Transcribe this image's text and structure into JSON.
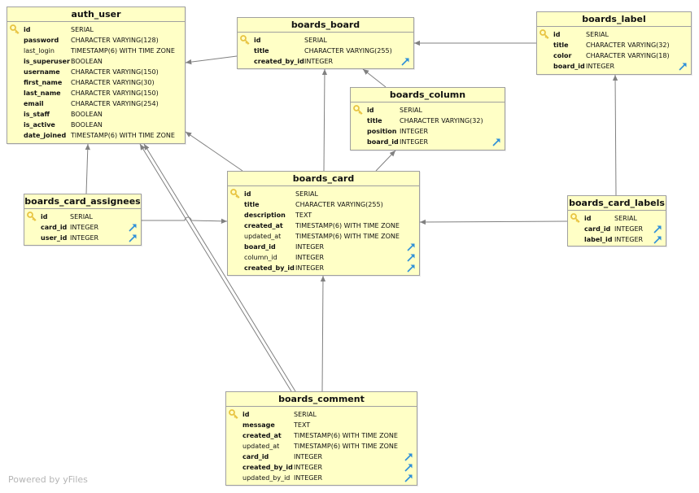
{
  "watermark": "Powered by yFiles",
  "colors": {
    "table_fill": "#ffffc6",
    "border": "#a0a0a0",
    "edge": "#808080",
    "key": "#e8c442",
    "fk": "#2f8fd8"
  },
  "tables": {
    "auth_user": {
      "name": "auth_user",
      "columns": [
        {
          "name": "id",
          "type": "SERIAL",
          "bold": true,
          "pk": true,
          "fk": false
        },
        {
          "name": "password",
          "type": "CHARACTER VARYING(128)",
          "bold": true,
          "pk": false,
          "fk": false
        },
        {
          "name": "last_login",
          "type": "TIMESTAMP(6) WITH TIME ZONE",
          "bold": false,
          "pk": false,
          "fk": false
        },
        {
          "name": "is_superuser",
          "type": "BOOLEAN",
          "bold": true,
          "pk": false,
          "fk": false
        },
        {
          "name": "username",
          "type": "CHARACTER VARYING(150)",
          "bold": true,
          "pk": false,
          "fk": false
        },
        {
          "name": "first_name",
          "type": "CHARACTER VARYING(30)",
          "bold": true,
          "pk": false,
          "fk": false
        },
        {
          "name": "last_name",
          "type": "CHARACTER VARYING(150)",
          "bold": true,
          "pk": false,
          "fk": false
        },
        {
          "name": "email",
          "type": "CHARACTER VARYING(254)",
          "bold": true,
          "pk": false,
          "fk": false
        },
        {
          "name": "is_staff",
          "type": "BOOLEAN",
          "bold": true,
          "pk": false,
          "fk": false
        },
        {
          "name": "is_active",
          "type": "BOOLEAN",
          "bold": true,
          "pk": false,
          "fk": false
        },
        {
          "name": "date_joined",
          "type": "TIMESTAMP(6) WITH TIME ZONE",
          "bold": true,
          "pk": false,
          "fk": false
        }
      ]
    },
    "boards_board": {
      "name": "boards_board",
      "columns": [
        {
          "name": "id",
          "type": "SERIAL",
          "bold": true,
          "pk": true,
          "fk": false
        },
        {
          "name": "title",
          "type": "CHARACTER VARYING(255)",
          "bold": true,
          "pk": false,
          "fk": false
        },
        {
          "name": "created_by_id",
          "type": "INTEGER",
          "bold": true,
          "pk": false,
          "fk": true
        }
      ]
    },
    "boards_label": {
      "name": "boards_label",
      "columns": [
        {
          "name": "id",
          "type": "SERIAL",
          "bold": true,
          "pk": true,
          "fk": false
        },
        {
          "name": "title",
          "type": "CHARACTER VARYING(32)",
          "bold": true,
          "pk": false,
          "fk": false
        },
        {
          "name": "color",
          "type": "CHARACTER VARYING(18)",
          "bold": true,
          "pk": false,
          "fk": false
        },
        {
          "name": "board_id",
          "type": "INTEGER",
          "bold": true,
          "pk": false,
          "fk": true
        }
      ]
    },
    "boards_column": {
      "name": "boards_column",
      "columns": [
        {
          "name": "id",
          "type": "SERIAL",
          "bold": true,
          "pk": true,
          "fk": false
        },
        {
          "name": "title",
          "type": "CHARACTER VARYING(32)",
          "bold": true,
          "pk": false,
          "fk": false
        },
        {
          "name": "position",
          "type": "INTEGER",
          "bold": true,
          "pk": false,
          "fk": false
        },
        {
          "name": "board_id",
          "type": "INTEGER",
          "bold": true,
          "pk": false,
          "fk": true
        }
      ]
    },
    "boards_card_assignees": {
      "name": "boards_card_assignees",
      "columns": [
        {
          "name": "id",
          "type": "SERIAL",
          "bold": true,
          "pk": true,
          "fk": false
        },
        {
          "name": "card_id",
          "type": "INTEGER",
          "bold": true,
          "pk": false,
          "fk": true
        },
        {
          "name": "user_id",
          "type": "INTEGER",
          "bold": true,
          "pk": false,
          "fk": true
        }
      ]
    },
    "boards_card": {
      "name": "boards_card",
      "columns": [
        {
          "name": "id",
          "type": "SERIAL",
          "bold": true,
          "pk": true,
          "fk": false
        },
        {
          "name": "title",
          "type": "CHARACTER VARYING(255)",
          "bold": true,
          "pk": false,
          "fk": false
        },
        {
          "name": "description",
          "type": "TEXT",
          "bold": true,
          "pk": false,
          "fk": false
        },
        {
          "name": "created_at",
          "type": "TIMESTAMP(6) WITH TIME ZONE",
          "bold": true,
          "pk": false,
          "fk": false
        },
        {
          "name": "updated_at",
          "type": "TIMESTAMP(6) WITH TIME ZONE",
          "bold": false,
          "pk": false,
          "fk": false
        },
        {
          "name": "board_id",
          "type": "INTEGER",
          "bold": true,
          "pk": false,
          "fk": true
        },
        {
          "name": "column_id",
          "type": "INTEGER",
          "bold": false,
          "pk": false,
          "fk": true
        },
        {
          "name": "created_by_id",
          "type": "INTEGER",
          "bold": true,
          "pk": false,
          "fk": true
        }
      ]
    },
    "boards_card_labels": {
      "name": "boards_card_labels",
      "columns": [
        {
          "name": "id",
          "type": "SERIAL",
          "bold": true,
          "pk": true,
          "fk": false
        },
        {
          "name": "card_id",
          "type": "INTEGER",
          "bold": true,
          "pk": false,
          "fk": true
        },
        {
          "name": "label_id",
          "type": "INTEGER",
          "bold": true,
          "pk": false,
          "fk": true
        }
      ]
    },
    "boards_comment": {
      "name": "boards_comment",
      "columns": [
        {
          "name": "id",
          "type": "SERIAL",
          "bold": true,
          "pk": true,
          "fk": false
        },
        {
          "name": "message",
          "type": "TEXT",
          "bold": true,
          "pk": false,
          "fk": false
        },
        {
          "name": "created_at",
          "type": "TIMESTAMP(6) WITH TIME ZONE",
          "bold": true,
          "pk": false,
          "fk": false
        },
        {
          "name": "updated_at",
          "type": "TIMESTAMP(6) WITH TIME ZONE",
          "bold": false,
          "pk": false,
          "fk": false
        },
        {
          "name": "card_id",
          "type": "INTEGER",
          "bold": true,
          "pk": false,
          "fk": true
        },
        {
          "name": "created_by_id",
          "type": "INTEGER",
          "bold": true,
          "pk": false,
          "fk": true
        },
        {
          "name": "updated_by_id",
          "type": "INTEGER",
          "bold": false,
          "pk": false,
          "fk": true
        }
      ]
    }
  },
  "relationships": [
    {
      "from": "boards_board",
      "to": "auth_user"
    },
    {
      "from": "boards_label",
      "to": "boards_board"
    },
    {
      "from": "boards_column",
      "to": "boards_board"
    },
    {
      "from": "boards_card",
      "to": "boards_board"
    },
    {
      "from": "boards_card",
      "to": "boards_column"
    },
    {
      "from": "boards_card",
      "to": "auth_user"
    },
    {
      "from": "boards_card_assignees",
      "to": "auth_user"
    },
    {
      "from": "boards_card_assignees",
      "to": "boards_card"
    },
    {
      "from": "boards_card_labels",
      "to": "boards_card"
    },
    {
      "from": "boards_card_labels",
      "to": "boards_label"
    },
    {
      "from": "boards_comment",
      "to": "boards_card"
    },
    {
      "from": "boards_comment",
      "to": "auth_user"
    },
    {
      "from": "boards_comment",
      "to": "auth_user"
    }
  ]
}
